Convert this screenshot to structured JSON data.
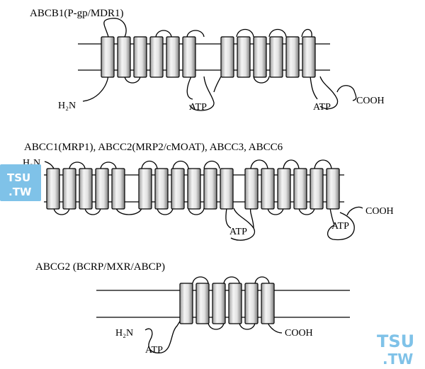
{
  "panels": [
    {
      "id": "abcb1",
      "title": "ABCB1(P-gp/MDR1)",
      "nterm": "H₂N",
      "cterm": "COOH",
      "atp_labels": [
        "ATP",
        "ATP"
      ]
    },
    {
      "id": "abcc",
      "title": "ABCC1(MRP1), ABCC2(MRP2/cMOAT), ABCC3, ABCC6",
      "nterm": "H₂N",
      "cterm": "COOH",
      "atp_labels": [
        "ATP",
        "ATP"
      ]
    },
    {
      "id": "abcg2",
      "title": "ABCG2 (BCRP/MXR/ABCP)",
      "nterm": "H₂N",
      "cterm": "COOH",
      "atp_labels": [
        "ATP"
      ]
    }
  ],
  "watermark": {
    "line1": "TSU",
    "line2": ".TW",
    "color": "#7fc2e8"
  },
  "colors": {
    "helix_light": "#f2f2f2",
    "helix_dark": "#8a8a8a",
    "line": "#000000"
  }
}
